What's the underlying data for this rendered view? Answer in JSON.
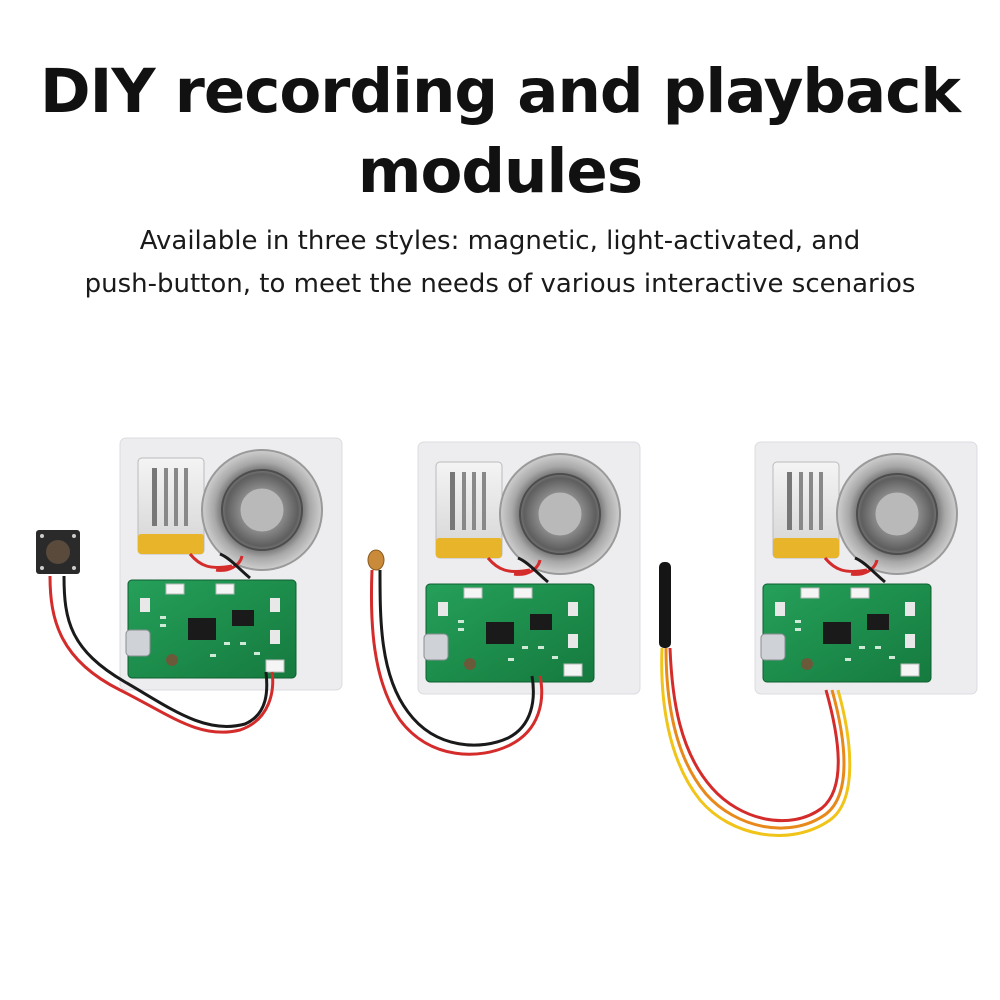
{
  "header": {
    "title_line1": "DIY recording and playback",
    "title_line2": "modules",
    "subtitle_line1": "Available in three styles: magnetic, light-activated, and",
    "subtitle_line2": "push-button, to meet the needs of various interactive scenarios"
  },
  "colors": {
    "background": "#ffffff",
    "pcb_green": "#1f8a4c",
    "battery_gold": "#e8b52a",
    "wire_red": "#d42b2b",
    "wire_black": "#1a1a1a",
    "wire_yellow": "#f0c419",
    "wire_orange": "#e8891c"
  }
}
